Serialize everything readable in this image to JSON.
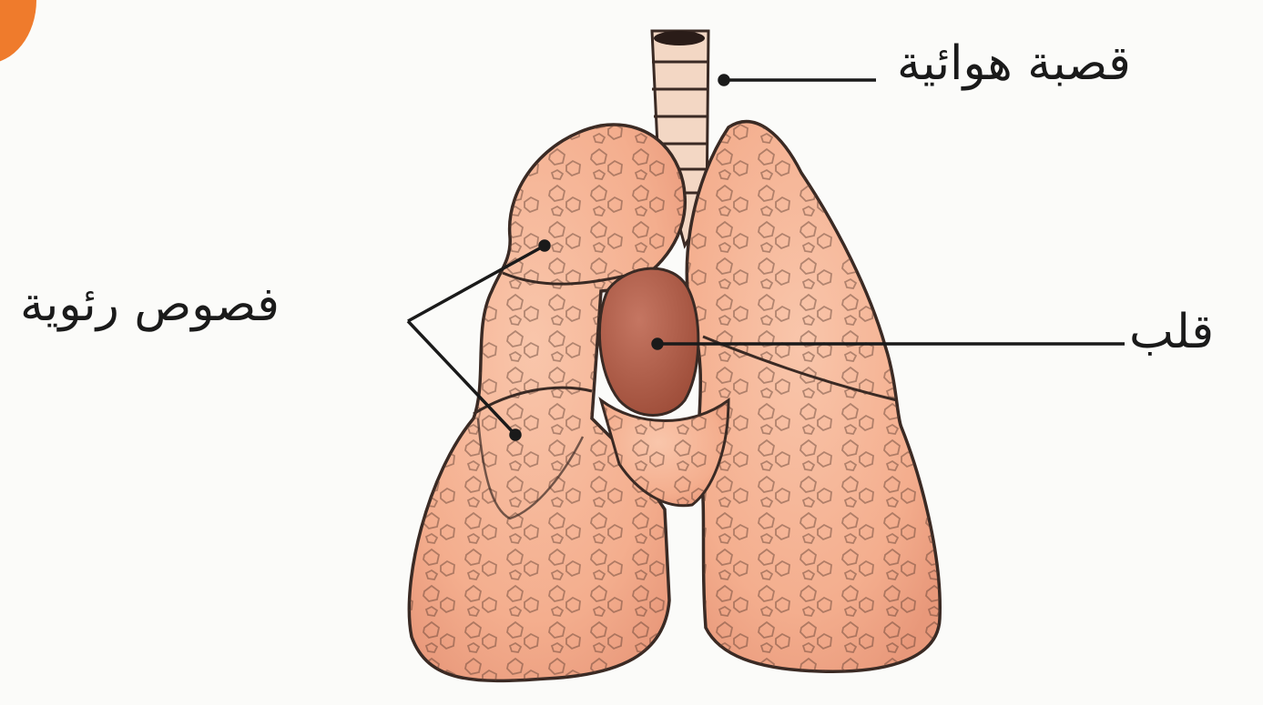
{
  "labels": {
    "trachea": "قصبة هوائية",
    "lobes": "فصوص رئوية",
    "heart": "قلب"
  },
  "colors": {
    "lung_fill": "#f6b597",
    "lung_shade": "#e99a78",
    "heart_fill": "#b2604a",
    "trachea_fill": "#f3d7c4",
    "outline": "#3a2a24",
    "accent_corner": "#ef7b2c"
  }
}
